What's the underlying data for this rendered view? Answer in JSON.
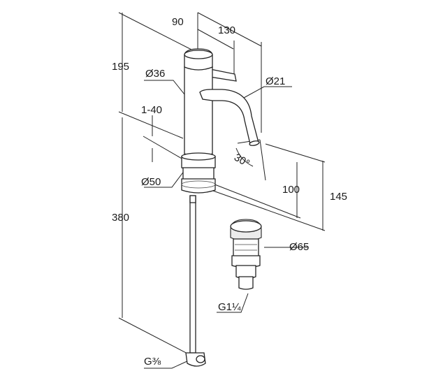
{
  "dimensions": {
    "total_height": "195",
    "handle_offset": "90",
    "spout_reach": "130",
    "body_diameter": "Ø36",
    "spout_diameter": "Ø21",
    "deck_thickness": "1-40",
    "spout_angle": "30°",
    "base_diameter": "Ø50",
    "spout_clearance": "100",
    "spout_height": "145",
    "hose_length": "380",
    "waste_diameter": "Ø65",
    "waste_thread": "G1¼",
    "supply_thread": "G⅜"
  }
}
